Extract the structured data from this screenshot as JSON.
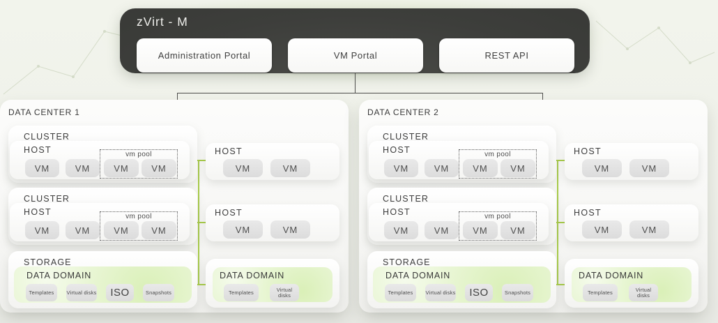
{
  "header": {
    "title": "zVirt - M",
    "buttons": [
      {
        "label": "Administration Portal"
      },
      {
        "label": "VM Portal"
      },
      {
        "label": "REST API"
      }
    ]
  },
  "data_centers": [
    {
      "label": "DATA CENTER 1"
    },
    {
      "label": "DATA CENTER 2"
    }
  ],
  "labels": {
    "cluster": "CLUSTER",
    "host": "HOST",
    "vm": "VM",
    "vm_pool": "vm pool",
    "storage": "STORAGE",
    "data_domain": "DATA DOMAIN"
  },
  "storage_items": {
    "templates": "Templates",
    "virtual_disks": "Virtual disks",
    "iso": "ISO",
    "snapshots": "Snapshots"
  },
  "colors": {
    "accent_green": "#a8cc48",
    "panel_dark": "#3d3e3b",
    "domain_green_bg": "#e9f6d5"
  }
}
